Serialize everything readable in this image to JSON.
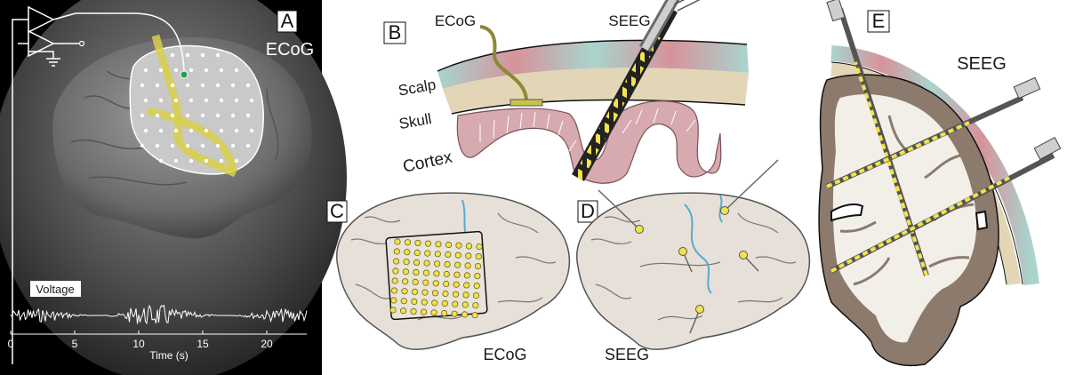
{
  "panels": {
    "A": {
      "letter": "A",
      "title": "ECoG",
      "voltage_label": "Voltage",
      "time_ticks": [
        "0",
        "5",
        "10",
        "15",
        "20"
      ],
      "time_label": "Time (s)"
    },
    "B": {
      "letter": "B",
      "ecog_label": "ECoG",
      "seeg_label": "SEEG",
      "scalp_label": "Scalp",
      "skull_label": "Skull",
      "cortex_label": "Cortex"
    },
    "C": {
      "letter": "C",
      "caption": "ECoG"
    },
    "D": {
      "letter": "D",
      "caption": "SEEG"
    },
    "E": {
      "letter": "E",
      "title": "SEEG"
    }
  },
  "colors": {
    "electrode_yellow": "#f2e34c",
    "trace_yellow": "#d8d04a",
    "active_contact_green": "#1fa050",
    "cortex_pink": "#d7aab0",
    "skull_tan": "#e2d6b6",
    "scalp_teal": "#8cc6bd",
    "scalp_red": "#c86f7a",
    "brain_gray": "#e6e0d9",
    "vessel_blue": "#5aa9cf",
    "white_matter": "#f2efe9",
    "gray_matter": "#8c7a6c"
  }
}
